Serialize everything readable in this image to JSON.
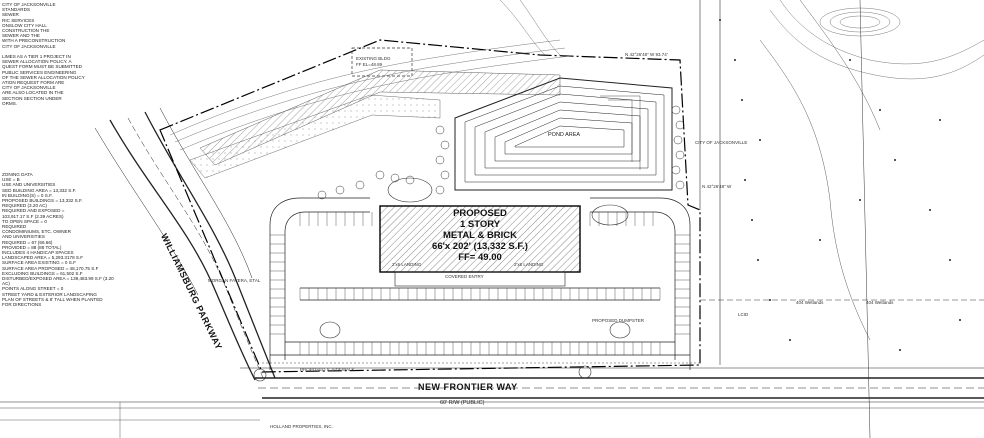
{
  "title": "Site Plan",
  "building": {
    "line1": "PROPOSED",
    "line2": "1 STORY",
    "line3": "METAL & BRICK",
    "line4": "66'x 202' (13,332 S.F.)",
    "line5": "FF= 49.00"
  },
  "roads": {
    "parkway": "WILLIAMSBURG PARKWAY",
    "frontier": "NEW FRONTIER WAY",
    "frontier_row": "60' R/W (PUBLIC)"
  },
  "labels": {
    "pond": "POND AREA",
    "existing_bldg": "EXISTING BLDG",
    "existing_bldg_ff": "FF EL=48.89",
    "covered": "COVERED ENTRY",
    "landing_a": "2'x6 LANDING",
    "landing_b": "2'x6 LANDING",
    "city": "CITY OF JACKSONVILLE",
    "wetlands_a": "404 Wetlands",
    "wetlands_b": "404 Wetlands",
    "lcid": "LCID",
    "bearing_top": "N 42°26'48\" W  93.74'",
    "bearing_mid": "N 42°26'48\" W",
    "dumpster": "PROPOSED DUMPSTER",
    "sidewalk": "PROPOSED 5' SIDEWALK",
    "morgan": "MORGAN FAVERA, ETAL",
    "holland": "HOLLAND PROPERTIES, INC."
  },
  "notes_top": "CITY OF JACKSONVILLE\nSTANDARDS\nSEWER\nRIC SERVICES\nONSLOW CITY HALL\nCONSTRUCTION THE\nSEWER AND THE\nWITH A PRECONSTRUCTION\nCITY OF JACKSONVILLE\n\nLIMES AS A TIER 1 PROJECT IN\nSEWER ALLOCATION POLICY. A\nQUEST FORM MUST BE SUBMITTED\nPUBLIC SERVICES ENGINEERING\nOF THE SEWER ALLOCATION POLICY\nATION REQUEST FORM ARE\nCITY OF JACKSONVILLE\nARE ALSO LOCATED IN THE\nSECTION SECTION UNDER\nORMS.",
  "notes_bottom": "ZONING DATA\nUSE = B\nUSE AND UNIVERSITIES\nSED BUILDING AREA = 13,332 S.F.\nIN BUILDING(S) = 0 S.F.\nPROPOSED BUILDINGS = 13,332 S.F.\nREQUIRED (3.20 AC)\nREQUIRED AND EXPOSED =\n103,917.17 S.F (2.39 ACRES)\nTO OPEN SPACE = 0\nREQUIRED\nCONDOMINIUMS, ETC. OWNER\nAND UNIVERSITIES\nREQUIRED = 67 (66.66)\nPROVIDED = 88 (86 TOTAL)\nINCLUDES 4 HANDICAP SPACES\nLANDSCAPED AREA = 5,293.3178 S.F\nSURFACE AREA EXISTING = 0 S.F\nSURFACE AREA PROPOSED = 48,170.75 S.F\nEXCLUDING BUILDINGS = 61,502 S.F\nDISTURBED/EXPOSED AREA = 139,483.99 S.F (3.20 AC)\nPOINTS ALONG STREET = 0\nSTREET YARD & EXTERIOR LANDSCAPING\nPLAN OF STREETS & 8' TALL WHEN PLANTED\nFOR DIRECTIONS"
}
